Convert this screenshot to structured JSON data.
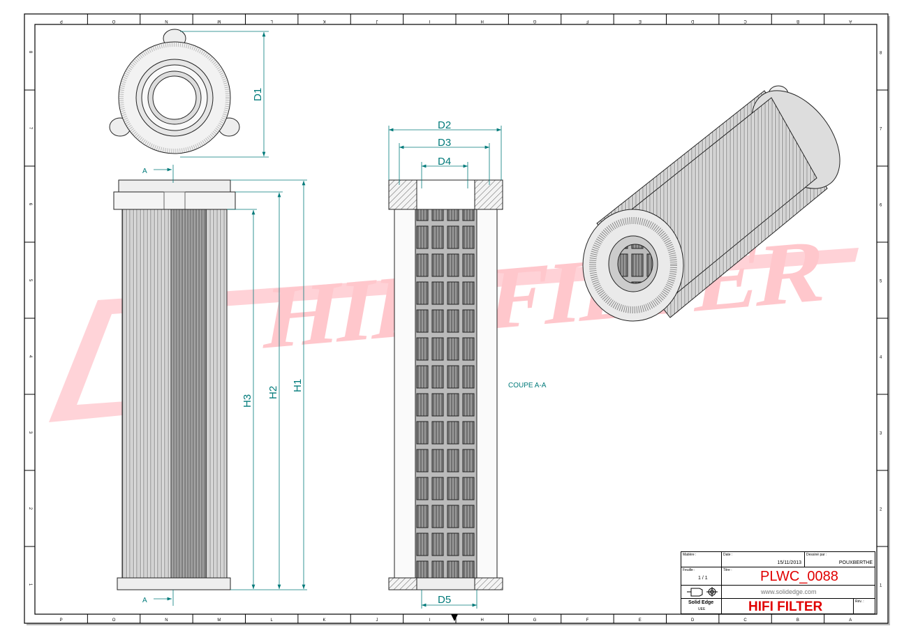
{
  "drawing": {
    "watermark": "HIFI FILTER",
    "columns": [
      "P",
      "O",
      "N",
      "M",
      "L",
      "K",
      "J",
      "I",
      "H",
      "G",
      "F",
      "E",
      "D",
      "C",
      "B",
      "A"
    ],
    "rows": [
      "8",
      "7",
      "6",
      "5",
      "4",
      "3",
      "2",
      "1"
    ],
    "dimensions": {
      "d1": "D1",
      "d2": "D2",
      "d3": "D3",
      "d4": "D4",
      "d5": "D5",
      "h1": "H1",
      "h2": "H2",
      "h3": "H3"
    },
    "section_marker": "A",
    "section_label": "COUPE A-A",
    "line_color": "#007a7a",
    "watermark_color": "#ff9aa8"
  },
  "title_block": {
    "material_label": "Matière :",
    "date_label": "Date :",
    "date": "15/11/2013",
    "drawn_by_label": "Dessiné par :",
    "drawn_by": "POUXBERTHE",
    "sheet_label": "Feuille :",
    "sheet": "1 / 1",
    "title_label": "Titre :",
    "title": "PLWC_0088",
    "website": "www.solidedge.com",
    "software": "Solid Edge",
    "units": "UEE",
    "company": "HIFI FILTER",
    "rev_label": "Rév. :"
  }
}
